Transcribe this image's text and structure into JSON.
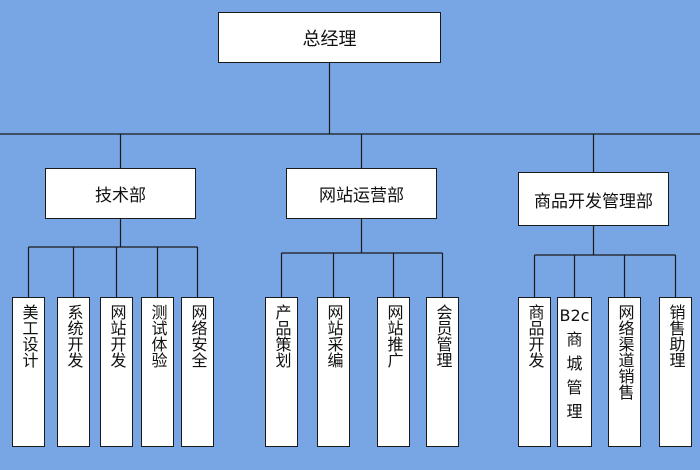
{
  "org": {
    "root": {
      "label": "总经理"
    },
    "departments": [
      {
        "label": "技术部",
        "children": [
          "美工设计",
          "系统开发",
          "网站开发",
          "测试体验",
          "网络安全"
        ]
      },
      {
        "label": "网站运营部",
        "children": [
          "产品策划",
          "网站采编",
          "网站推广",
          "会员管理"
        ]
      },
      {
        "label": "商品开发管理部",
        "children": [
          "商品开发",
          "B2c商城管理",
          "网络渠道销售",
          "销售助理"
        ]
      }
    ]
  },
  "colors": {
    "background": "#78a5e3",
    "box": "#ffffff",
    "line": "#1a1a1a"
  }
}
